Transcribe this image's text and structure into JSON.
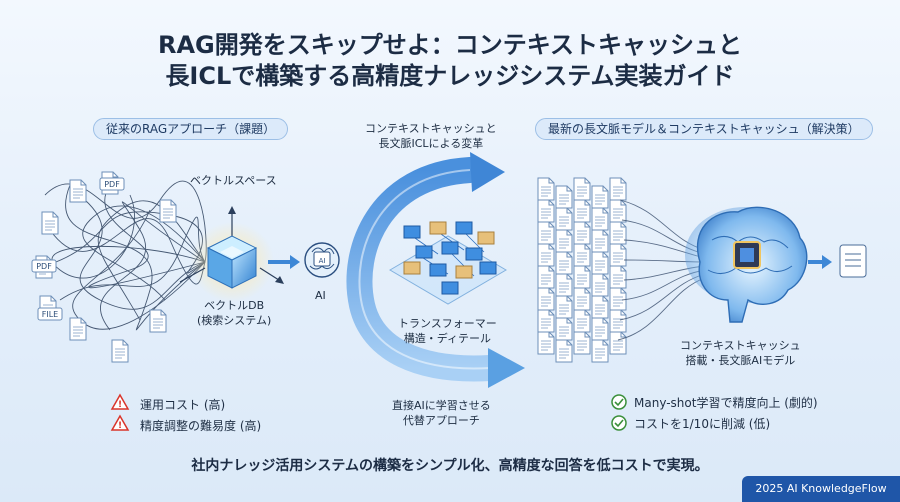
{
  "title": {
    "line1": "RAG開発をスキップせよ：コンテキストキャッシュと",
    "line2": "長ICLで構築する高精度ナレッジシステム実装ガイド"
  },
  "left": {
    "header": "従来のRAGアプローチ（課題）",
    "doc_labels": [
      "PDF",
      "PDF",
      "FILE"
    ],
    "vector_space_label": "ベクトルスペース",
    "vectordb_label_line1": "ベクトルDB",
    "vectordb_label_line2": "(検索システム)",
    "ai_chip": "AI",
    "ai_label": "AI",
    "issues": [
      {
        "icon": "warning-icon",
        "text": "運用コスト (高)"
      },
      {
        "icon": "warning-icon",
        "text": "精度調整の難易度 (高)"
      }
    ]
  },
  "middle": {
    "top_label_line1": "コンテキストキャッシュと",
    "top_label_line2": "長文脈ICLによる変革",
    "transformer_line1": "トランスフォーマー",
    "transformer_line2": "構造・ディテール",
    "bottom_label_line1": "直接AIに学習させる",
    "bottom_label_line2": "代替アプローチ"
  },
  "right": {
    "header": "最新の長文脈モデル＆コンテキストキャッシュ（解決策）",
    "model_label_line1": "コンテキストキャッシュ",
    "model_label_line2": "搭載・長文脈AIモデル",
    "benefits": [
      {
        "icon": "check-icon",
        "text": "Many-shot学習で精度向上 (劇的)"
      },
      {
        "icon": "check-icon",
        "text": "コストを1/10に削減 (低)"
      }
    ]
  },
  "bottom_line": "社内ナレッジ活用システムの構築をシンプル化、高精度な回答を低コストで実現。",
  "footer": "2025 AI KnowledgeFlow",
  "colors": {
    "accent_blue": "#2f7fd6",
    "warning_red": "#d9342b",
    "check_green": "#3a8f3a",
    "footer_bg": "#1f56a8"
  }
}
